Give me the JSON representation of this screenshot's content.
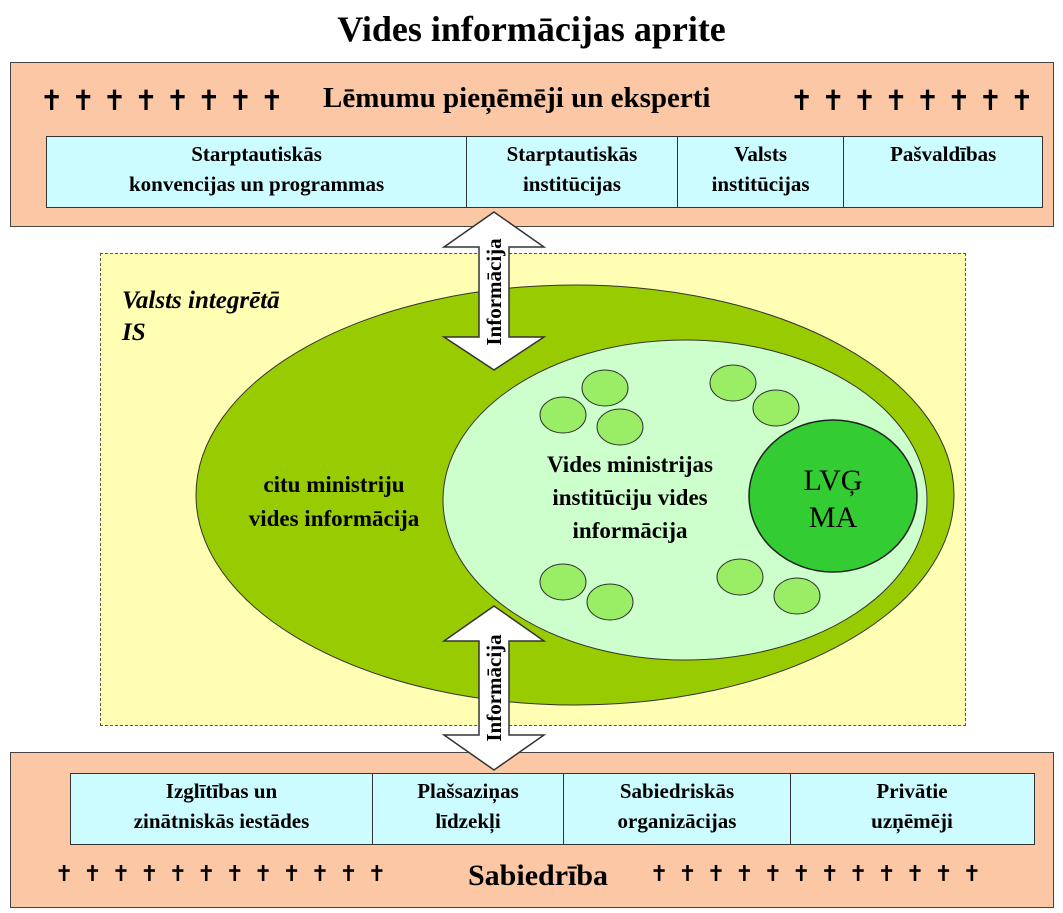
{
  "title": "Vides informācijas aprite",
  "top_band": {
    "label": "Lēmumu pieņēmēji un eksperti",
    "people_left": "✝✝✝✝✝✝✝✝",
    "people_right": "✝✝✝✝✝✝✝✝",
    "cells": [
      {
        "line1": "Starptautiskās",
        "line2": "konvencijas un programmas"
      },
      {
        "line1": "Starptautiskās",
        "line2": "institūcijas"
      },
      {
        "line1": "Valsts",
        "line2": "institūcijas"
      },
      {
        "line1": "Pašvaldības",
        "line2": ""
      }
    ]
  },
  "state_is": {
    "line1": "Valsts integrētā",
    "line2": "IS"
  },
  "other_ministries": {
    "line1": "citu ministriju",
    "line2": "vides informācija"
  },
  "env_ministry": {
    "line1": "Vides ministrijas",
    "line2": "institūciju vides",
    "line3": "informācija"
  },
  "lvgma": {
    "line1": "LVĢ",
    "line2": "MA"
  },
  "arrow_top_label": "Informācija",
  "arrow_bottom_label": "Informācija",
  "bottom_band": {
    "label": "Sabiedrība",
    "people_left": "✝✝✝✝✝✝✝✝✝✝✝✝",
    "people_right": "✝✝✝✝✝✝✝✝✝✝✝✝",
    "cells": [
      {
        "line1": "Izglītības un",
        "line2": "zinātniskās iestādes"
      },
      {
        "line1": "Plašsaziņas",
        "line2": "līdzekļi"
      },
      {
        "line1": "Sabiedriskās",
        "line2": "organizācijas"
      },
      {
        "line1": "Privātie",
        "line2": "uzņēmēji"
      }
    ]
  },
  "colors": {
    "band": "#fbc7a4",
    "cells": "#ccfcff",
    "yellow": "#fffeb2",
    "olive": "#99cc00",
    "light_green": "#ccffcc",
    "bright_green": "#33cc33"
  }
}
